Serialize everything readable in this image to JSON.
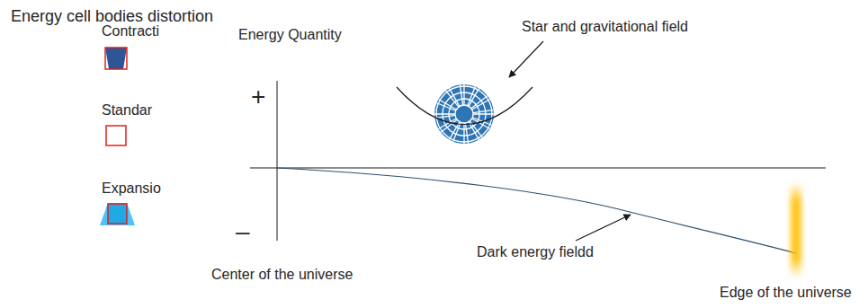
{
  "diagram": {
    "title": "Energy cell bodies distortion",
    "labels": [
      "Energy Quantity",
      "+",
      "–",
      "Star and gravitational field",
      "Dark energy fieldd",
      "Center of the universe",
      "Edge of the universe"
    ],
    "legend": [
      {
        "text": "Contracti"
      },
      {
        "text": "Standar"
      },
      {
        "text": "Expansio"
      }
    ]
  }
}
